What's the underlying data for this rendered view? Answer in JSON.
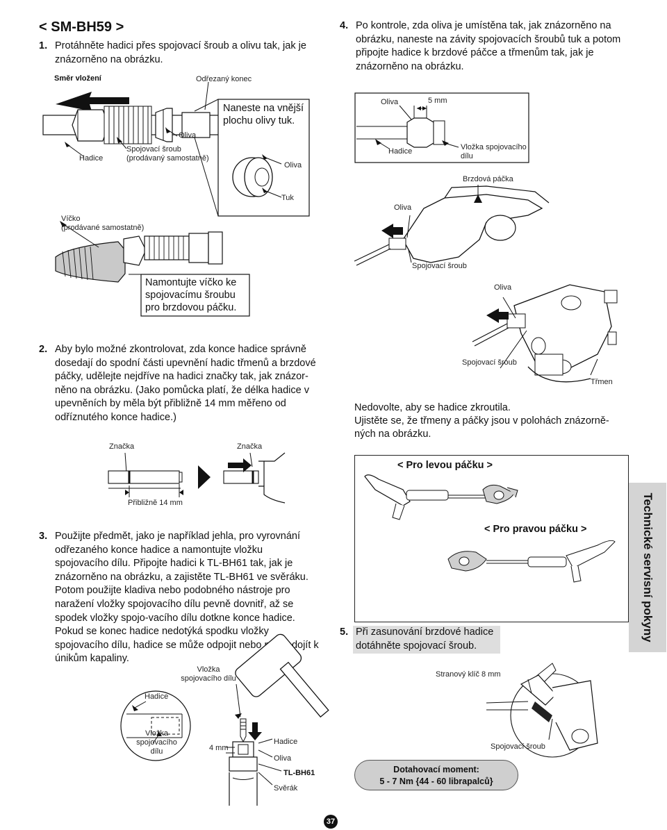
{
  "header": {
    "title": "< SM-BH59 >"
  },
  "step1": {
    "num": "1.",
    "text": "Protáhněte hadici přes spojovací šroub a olivu tak, jak je znázorněno na obrázku.",
    "labels": {
      "direction": "Směr vložení",
      "cut_end": "Odřezaný konec",
      "olive": "Oliva",
      "hose": "Hadice",
      "connecting_bolt": "Spojovací šroub",
      "sold_separately": "(prodávaný samostatně)",
      "apply_note": "Naneste na vnější plochu olivy tuk.",
      "olive2": "Oliva",
      "grease": "Tuk",
      "cap": "Víčko",
      "cap_sold": "(prodávané samostatně)",
      "cap_note": "Namontujte víčko ke spojovacímu šroubu pro brzdovou páčku."
    }
  },
  "step2": {
    "num": "2.",
    "text": "Aby bylo možné zkontrolovat, zda konce hadice správně dosedají do spodní části upevnění hadic třmenů a brzdové páčky, udělejte nejdříve na hadici značky tak, jak znázor-něno na obrázku. (Jako pomůcka platí, že délka hadice v upevněních by měla být přibližně 14 mm měřeno od odříznutého konce hadice.)",
    "labels": {
      "mark1": "Značka",
      "mark2": "Značka",
      "approx": "Přibližně 14 mm"
    }
  },
  "step3": {
    "num": "3.",
    "text": "Použijte předmět, jako je například jehla, pro vyrovnání odřezaného konce hadice a namontujte vložku spojovacího dílu. Připojte hadici k TL-BH61 tak, jak je znázorněno na obrázku, a zajistěte TL-BH61 ve svěráku. Potom použijte kladiva nebo podobného nástroje pro naražení vložky spojovacího dílu pevně dovnitř, až se spodek vložky spojo-vacího dílu dotkne konce hadice. Pokud se konec hadice nedotýká spodku vložky spojovacího dílu, hadice se může odpojit nebo může dojít k únikům kapaliny.",
    "labels": {
      "insert_top": "Vložka spojovacího dílu",
      "hose": "Hadice",
      "insert_left": "Vložka spojovacího dílu",
      "mm4": "4 mm",
      "hose2": "Hadice",
      "olive": "Oliva",
      "tool": "TL-BH61",
      "vise": "Svěrák"
    }
  },
  "step4": {
    "num": "4.",
    "text": "Po kontrole, zda oliva je umístěna tak, jak znázorněno na obrázku, naneste na závity spojovacích šroubů tuk a potom připojte hadice k brzdové páčce a třmenům tak, jak je znázorněno na obrázku.",
    "labels": {
      "olive": "Oliva",
      "mm5": "5 mm",
      "hose": "Hadice",
      "insert": "Vložka spojovacího dílu",
      "brake_lever": "Brzdová páčka",
      "olive2": "Oliva",
      "bolt": "Spojovací šroub",
      "olive3": "Oliva",
      "bolt2": "Spojovací šroub",
      "caliper": "Třmen"
    },
    "note1": "Nedovolte, aby se hadice zkroutila.",
    "note2": "Ujistěte se, že třmeny a páčky jsou v polohách znázorně-ných na obrázku.",
    "left_lever": "< Pro levou páčku >",
    "right_lever": "< Pro pravou páčku >"
  },
  "step5": {
    "num": "5.",
    "text": "Při zasunování brzdové hadice dotáhněte spojovací šroub.",
    "wrench": "Stranový klíč 8 mm",
    "bolt": "Spojovací šroub",
    "torque_title": "Dotahovací moment:",
    "torque_value": "5 - 7 Nm {44 - 60 librapalců}"
  },
  "side_tab": "Technické servisní pokyny",
  "page_number": "37"
}
